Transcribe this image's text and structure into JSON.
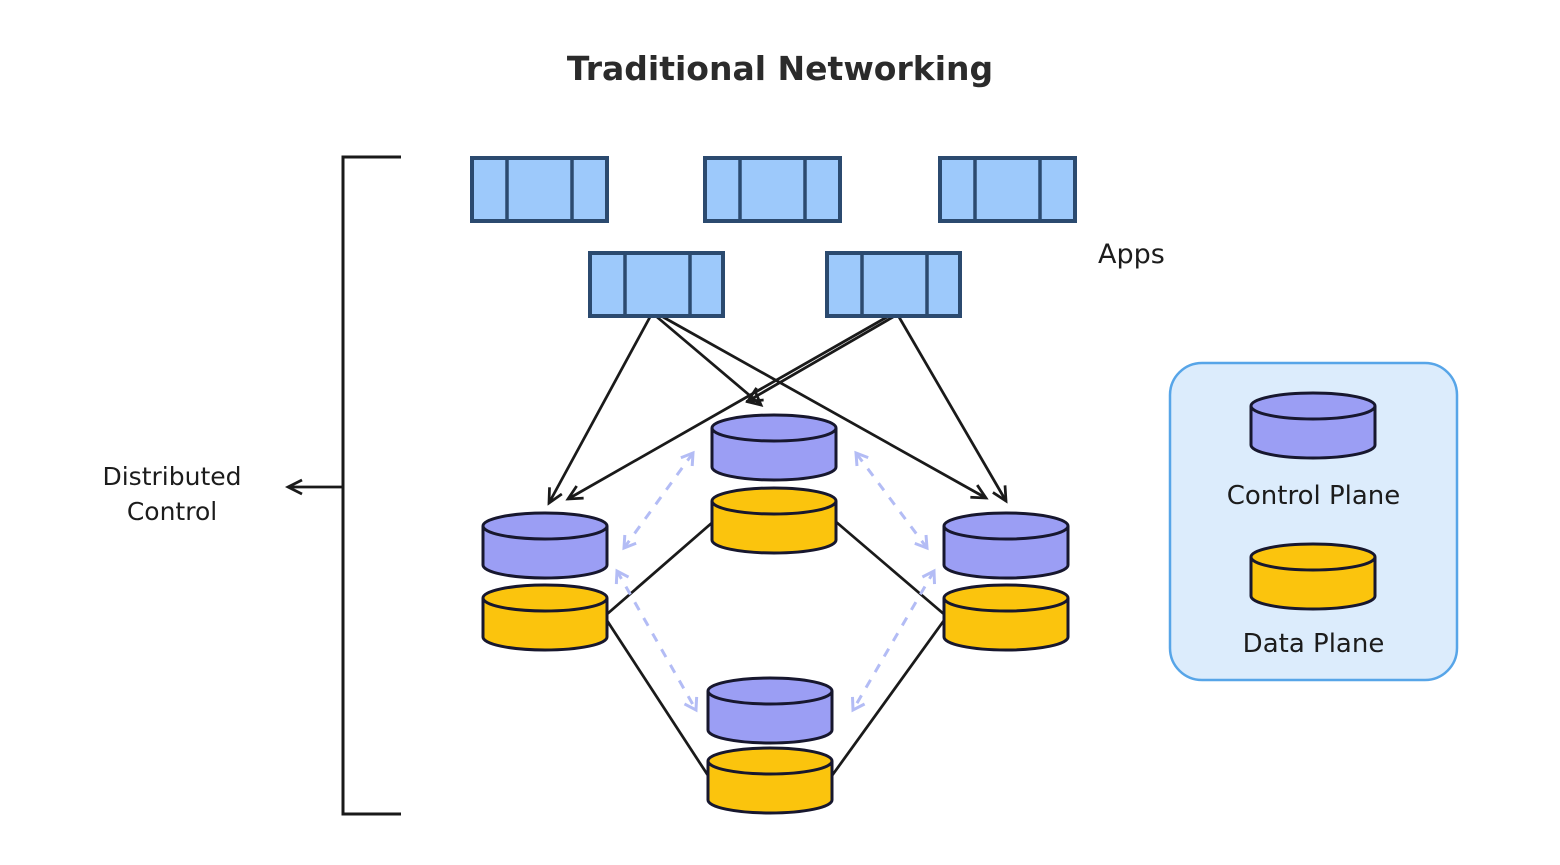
{
  "title": "Traditional Networking",
  "labels": {
    "apps": "Apps",
    "distributed_control_line1": "Distributed",
    "distributed_control_line2": "Control",
    "legend_control": "Control Plane",
    "legend_data": "Data Plane"
  },
  "colors": {
    "app_fill": "#9dc9fb",
    "app_border": "#2b4a6f",
    "control_plane_fill": "#9b9ef4",
    "data_plane_fill": "#fbc40d",
    "outline": "#17172e",
    "solid_link": "#1a1a1a",
    "dashed_link": "#b3bcf5",
    "legend_bg": "#dcecfc",
    "legend_border": "#57a5e8",
    "text": "#1c1c1c"
  },
  "diagram": {
    "type": "network-topology",
    "app_clusters": {
      "row1_count": 3,
      "row2_count": 2
    },
    "network_nodes": [
      {
        "id": "left",
        "layers": [
          "control-plane",
          "data-plane"
        ]
      },
      {
        "id": "center-top",
        "layers": [
          "control-plane",
          "data-plane"
        ]
      },
      {
        "id": "right",
        "layers": [
          "control-plane",
          "data-plane"
        ]
      },
      {
        "id": "bottom",
        "layers": [
          "control-plane",
          "data-plane"
        ]
      }
    ],
    "links": {
      "app_to_control_plane": [
        [
          "app-row2-left",
          "left"
        ],
        [
          "app-row2-left",
          "center-top"
        ],
        [
          "app-row2-left",
          "right"
        ],
        [
          "app-row2-right",
          "left"
        ],
        [
          "app-row2-right",
          "center-top"
        ],
        [
          "app-row2-right",
          "right"
        ]
      ],
      "control_plane_dashed_bidirectional": [
        [
          "left",
          "center-top"
        ],
        [
          "right",
          "center-top"
        ],
        [
          "left",
          "bottom"
        ],
        [
          "right",
          "bottom"
        ]
      ],
      "data_plane_solid": [
        [
          "left",
          "center-top"
        ],
        [
          "right",
          "center-top"
        ],
        [
          "left",
          "bottom"
        ],
        [
          "right",
          "bottom"
        ]
      ]
    },
    "annotation": "Distributed Control bracket spans the whole topology"
  }
}
